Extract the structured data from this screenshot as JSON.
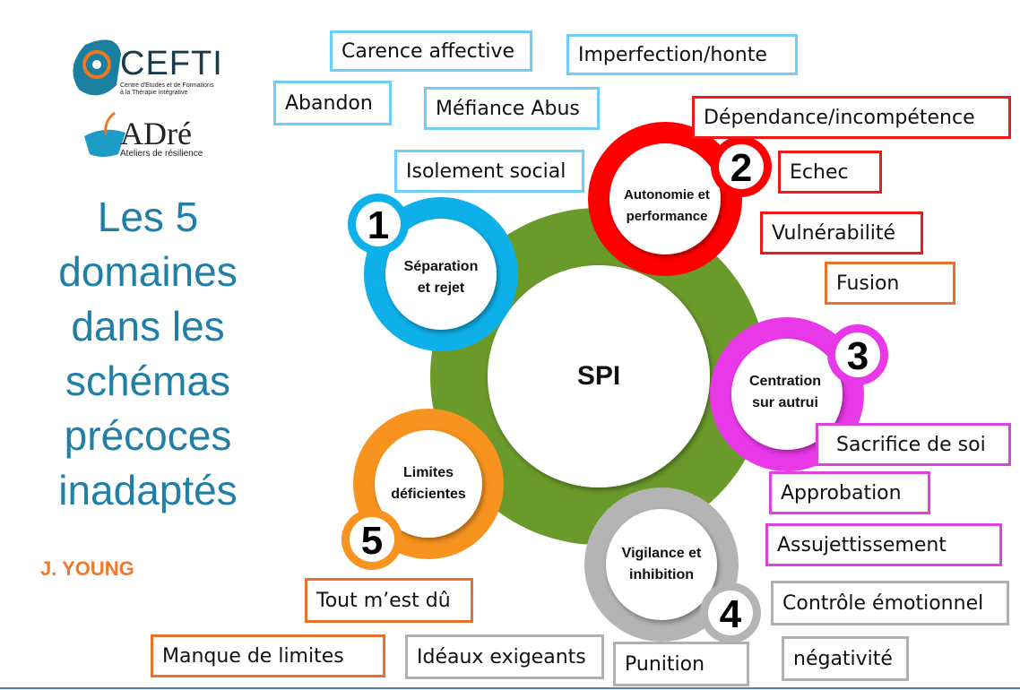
{
  "logos": {
    "cefti": {
      "name": "CEFTI",
      "subtitle": "Centre d'Etudes et de Formations à la Thérapie Intégrative"
    },
    "adre": {
      "name": "ADré",
      "subtitle": "Ateliers de résilience"
    }
  },
  "title": "Les 5 domaines dans les schémas précoces inadaptés",
  "author": "J. YOUNG",
  "center": "SPI",
  "colors": {
    "center_ring": "#6a9a2a",
    "d1": "#0eb0ea",
    "d2": "#ff0000",
    "d3": "#e838e8",
    "d4": "#b4b4b4",
    "d5": "#f7931e"
  },
  "domains": [
    {
      "number": "1",
      "label_l1": "Séparation",
      "label_l2": "et rejet"
    },
    {
      "number": "2",
      "label_l1": "Autonomie et",
      "label_l2": "performance"
    },
    {
      "number": "3",
      "label_l1": "Centration",
      "label_l2": "sur autrui"
    },
    {
      "number": "4",
      "label_l1": "Vigilance et",
      "label_l2": "inhibition"
    },
    {
      "number": "5",
      "label_l1": "Limites",
      "label_l2": "déficientes"
    }
  ],
  "schemas": {
    "d1": [
      "Carence affective",
      "Imperfection/honte",
      "Abandon",
      "Méfiance Abus",
      "Isolement social"
    ],
    "d2": [
      "Dépendance/incompétence",
      "Echec",
      "Vulnérabilité",
      "Fusion"
    ],
    "d3": [
      "Sacrifice de  soi",
      "Approbation",
      "Assujettissement"
    ],
    "d4": [
      "Contrôle émotionnel",
      "négativité",
      "Punition",
      "Idéaux exigeants"
    ],
    "d5": [
      "Tout m’est dû",
      "Manque de limites"
    ]
  }
}
